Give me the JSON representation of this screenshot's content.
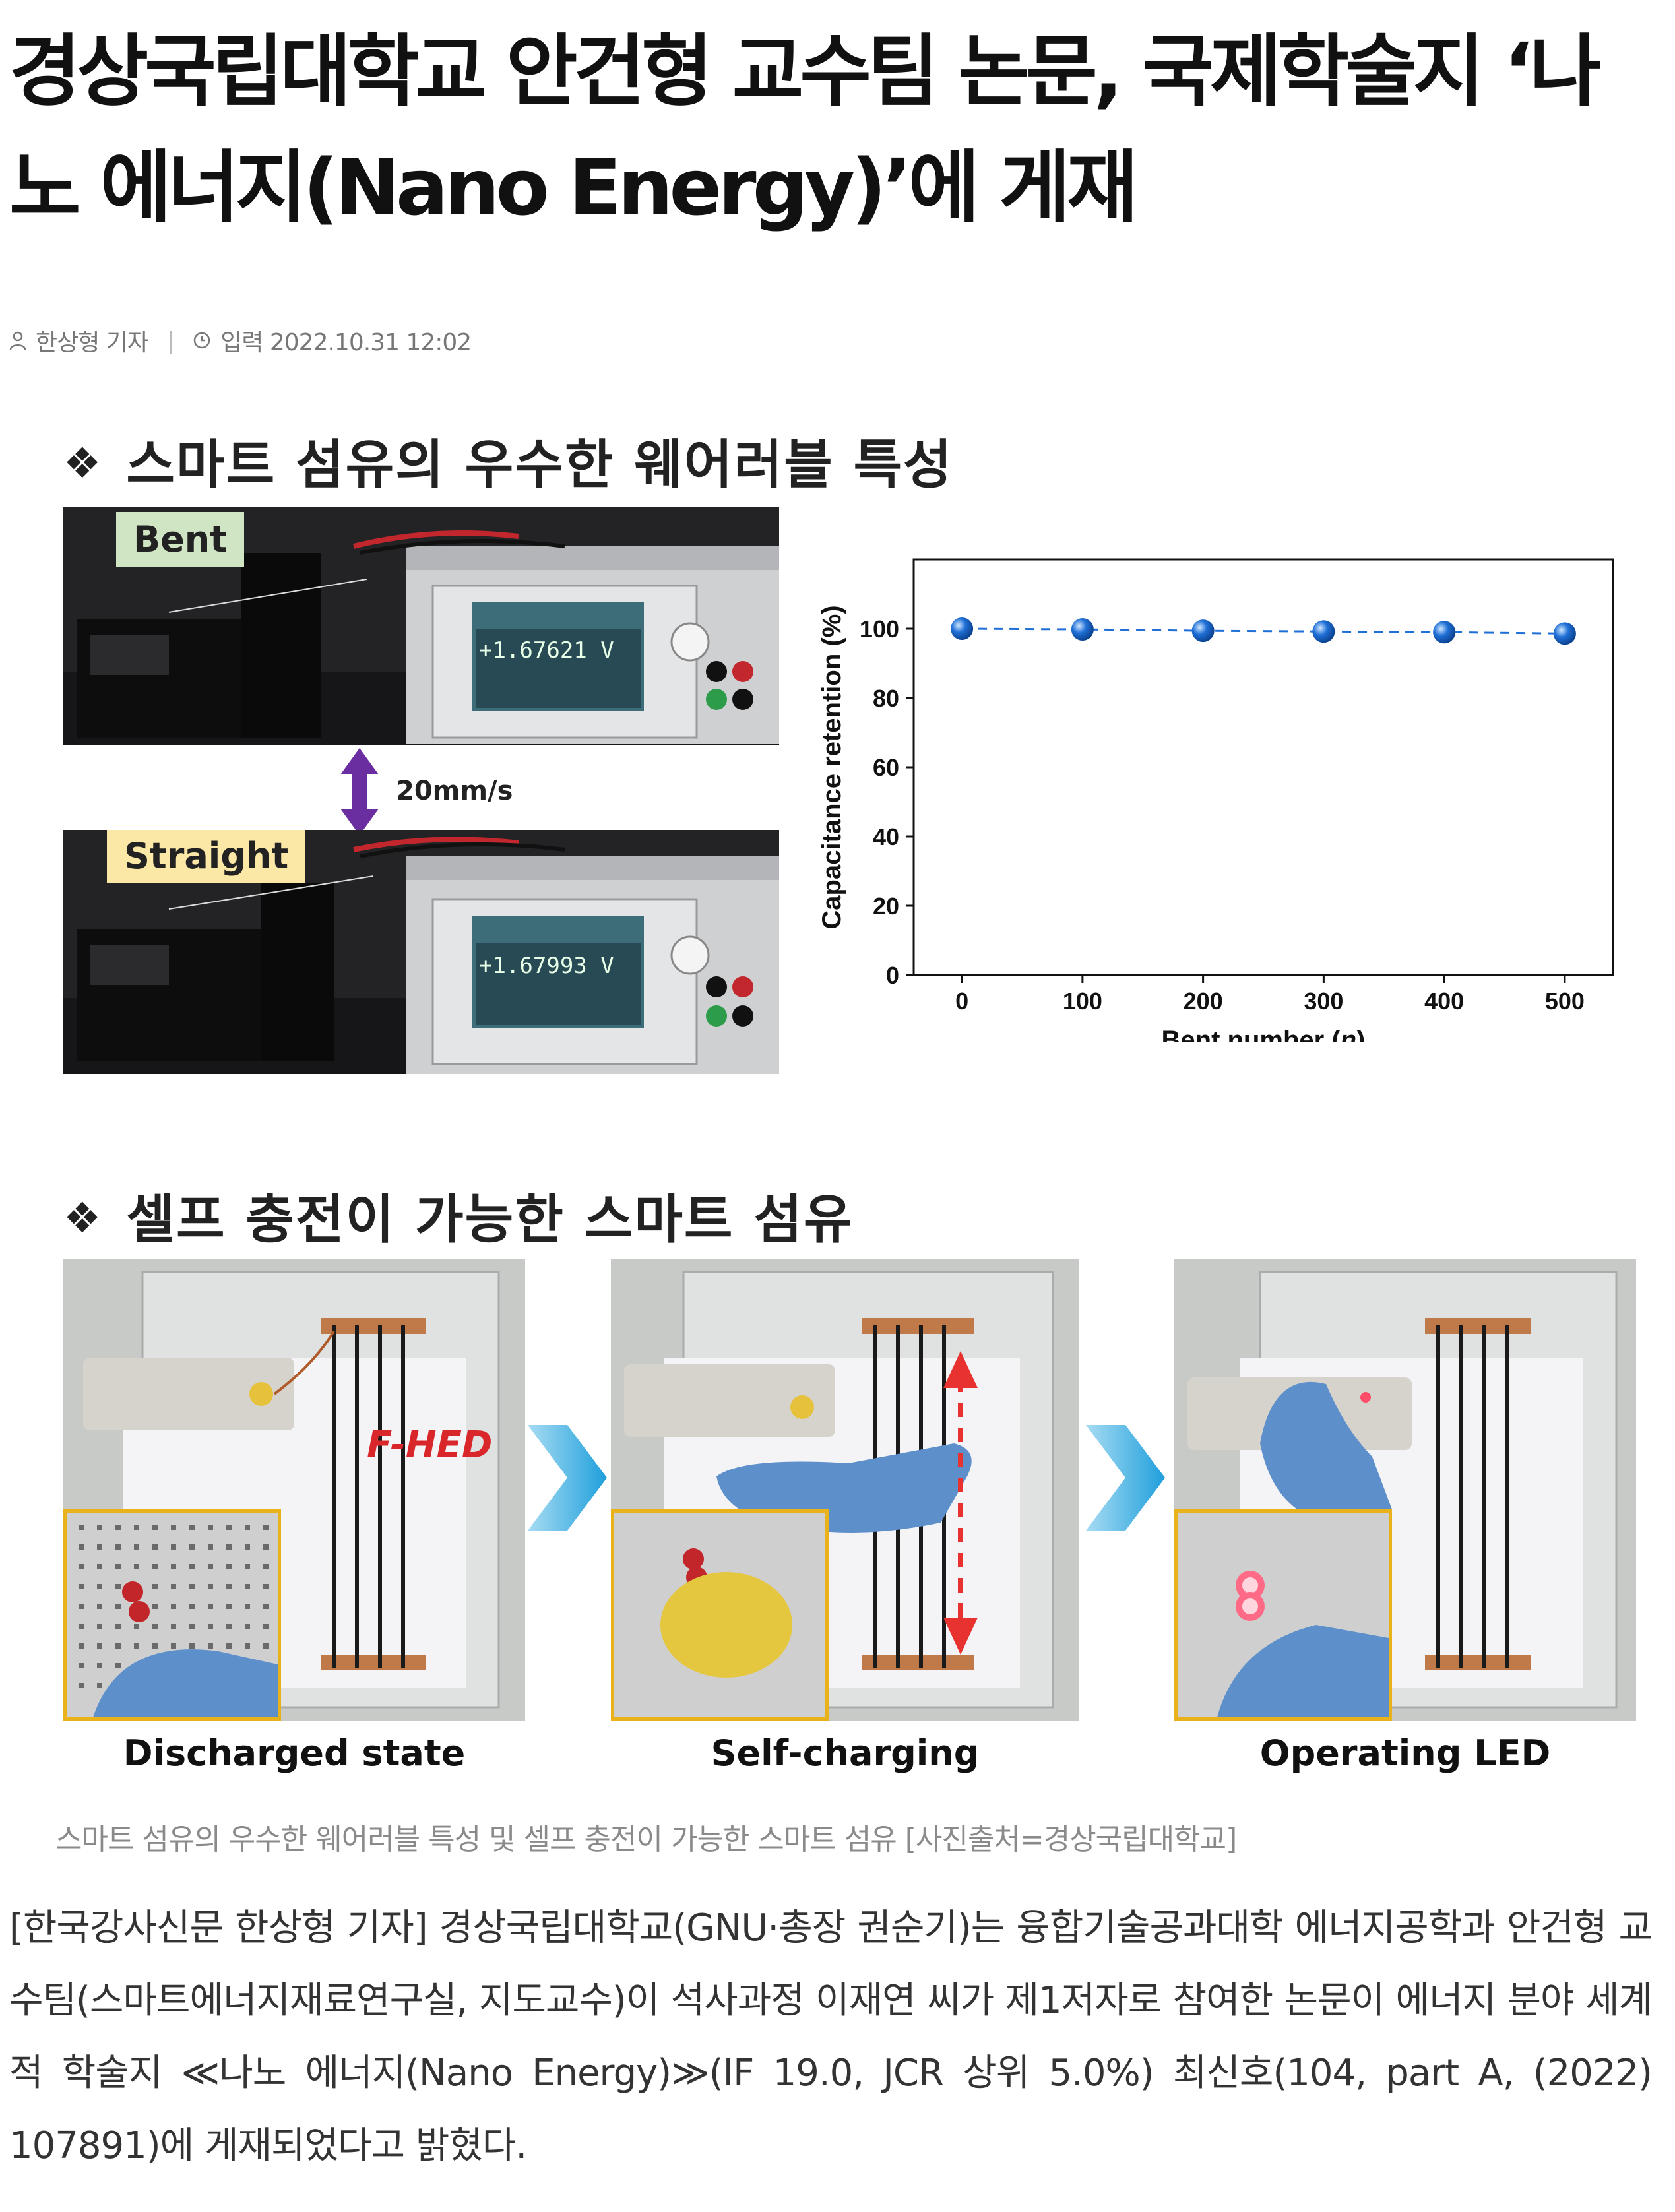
{
  "article": {
    "headline": "경상국립대학교 안건형 교수팀 논문, 국제학술지 ‘나노 에너지(Nano Energy)’에 게재",
    "reporter": "한상형 기자",
    "published": "입력 2022.10.31 12:02"
  },
  "figure": {
    "section1_title": "스마트 섬유의 우수한 웨어러블 특성",
    "section2_title": "셀프 충전이 가능한 스마트 섬유",
    "bench": {
      "bent_label": "Bent",
      "straight_label": "Straight",
      "speed_label": "20mm/s",
      "reading_bent": "+1.67621 V",
      "reading_straight": "+1.67993 V"
    },
    "panels": {
      "discharged": "Discharged state",
      "self_charging": "Self-charging",
      "operating": "Operating LED",
      "device_label": "F-HED"
    },
    "caption": "스마트 섬유의 우수한 웨어러블 특성 및 셀프 충전이 가능한 스마트 섬유 [사진출처=경상국립대학교]"
  },
  "chart_data": {
    "type": "scatter",
    "x": [
      0,
      100,
      200,
      300,
      400,
      500
    ],
    "y": [
      100,
      99.8,
      99.4,
      99.2,
      99.0,
      98.6
    ],
    "xlabel": "Bent number (n)",
    "ylabel": "Capacitance retention (%)",
    "xticks": [
      "0",
      "100",
      "200",
      "300",
      "400",
      "500"
    ],
    "yticks": [
      "0",
      "20",
      "40",
      "60",
      "80",
      "100"
    ],
    "xlim": [
      -40,
      540
    ],
    "ylim": [
      0,
      120
    ],
    "grid": false,
    "marker_color": "#1f6fd6",
    "line_style": "dashed"
  },
  "body": {
    "paragraph": "[한국강사신문 한상형 기자] 경상국립대학교(GNU·총장 권순기)는 융합기술공과대학 에너지공학과 안건형 교수팀(스마트에너지재료연구실, 지도교수)이 석사과정 이재연 씨가 제1저자로 참여한 논문이 에너지 분야 세계적 학술지 ≪나노 에너지(Nano Energy)≫(IF 19.0, JCR 상위 5.0%) 최신호(104, part A, (2022) 107891)에 게재되었다고 밝혔다."
  },
  "colors": {
    "accent_purple": "#6a2ea0",
    "arrow_red": "#e8322f",
    "inset_border": "#e9b21b",
    "chevron_blue": "#3bb4e6"
  }
}
